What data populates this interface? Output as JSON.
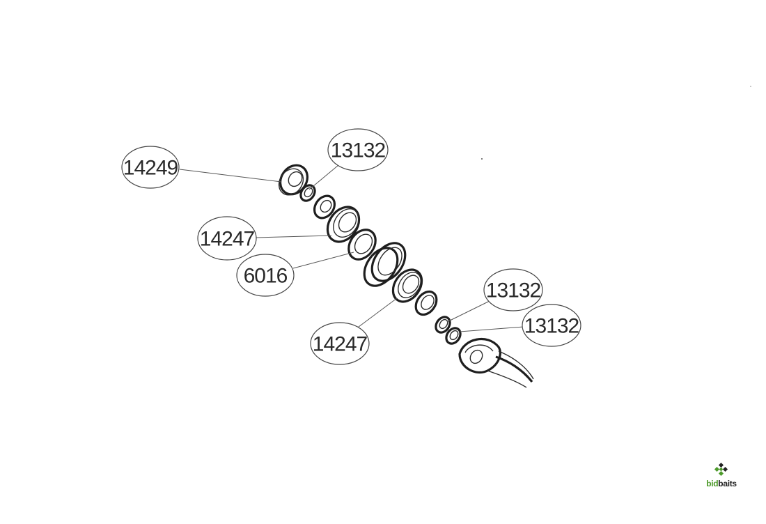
{
  "diagram": {
    "callouts": [
      {
        "id": "c1",
        "label": "14249"
      },
      {
        "id": "c2",
        "label": "13132"
      },
      {
        "id": "c3",
        "label": "14247"
      },
      {
        "id": "c4",
        "label": "6016"
      },
      {
        "id": "c5",
        "label": "14247"
      },
      {
        "id": "c6",
        "label": "13132"
      },
      {
        "id": "c7",
        "label": "13132"
      }
    ]
  },
  "logo": {
    "part1": "bid",
    "part2": "baits",
    "colors": {
      "accent": "#4c9a2a",
      "dark": "#222222"
    }
  }
}
